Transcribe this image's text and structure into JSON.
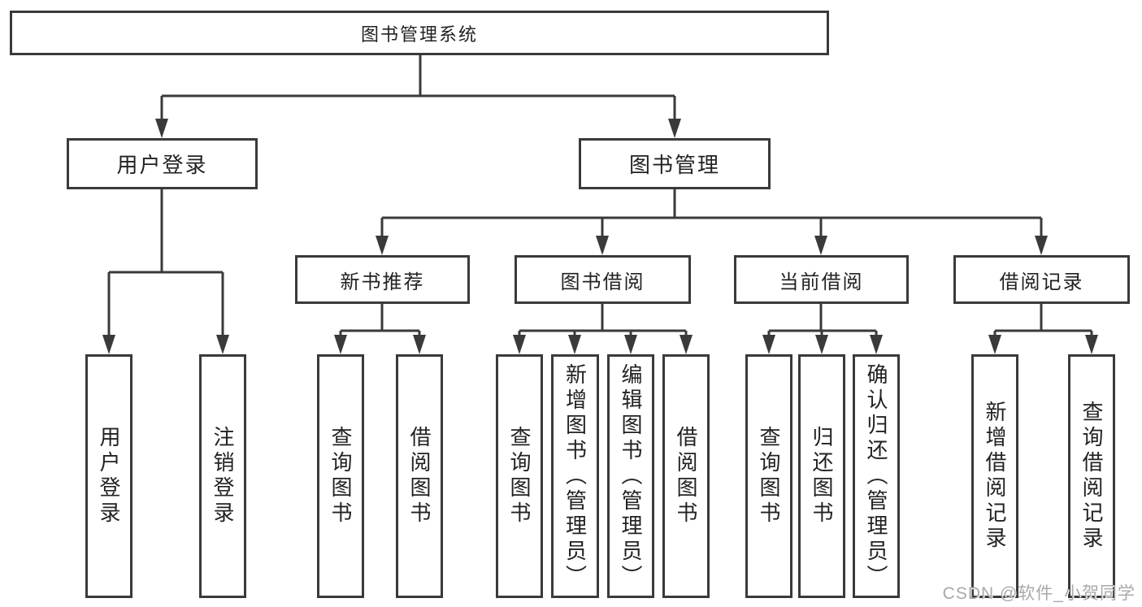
{
  "colors": {
    "line": "#3a3a3a",
    "border": "#3a3a3a",
    "text": "#222222",
    "background": "#ffffff",
    "watermark": "#a9a9a9"
  },
  "watermark": {
    "text": "CSDN @软件_小贺同学"
  },
  "tree": {
    "root": {
      "label": "图书管理系统",
      "children": [
        {
          "label": "用户登录",
          "children": [
            {
              "label": "用户登录"
            },
            {
              "label": "注销登录"
            }
          ]
        },
        {
          "label": "图书管理",
          "children": [
            {
              "label": "新书推荐",
              "children": [
                {
                  "label": "查询图书"
                },
                {
                  "label": "借阅图书"
                }
              ]
            },
            {
              "label": "图书借阅",
              "children": [
                {
                  "label": "查询图书"
                },
                {
                  "label": "新增图书（管理员）"
                },
                {
                  "label": "编辑图书（管理员）"
                },
                {
                  "label": "借阅图书"
                }
              ]
            },
            {
              "label": "当前借阅",
              "children": [
                {
                  "label": "查询图书"
                },
                {
                  "label": "归还图书"
                },
                {
                  "label": "确认归还（管理员）"
                }
              ]
            },
            {
              "label": "借阅记录",
              "children": [
                {
                  "label": "新增借阅记录"
                },
                {
                  "label": "查询借阅记录"
                }
              ]
            }
          ]
        }
      ]
    }
  }
}
